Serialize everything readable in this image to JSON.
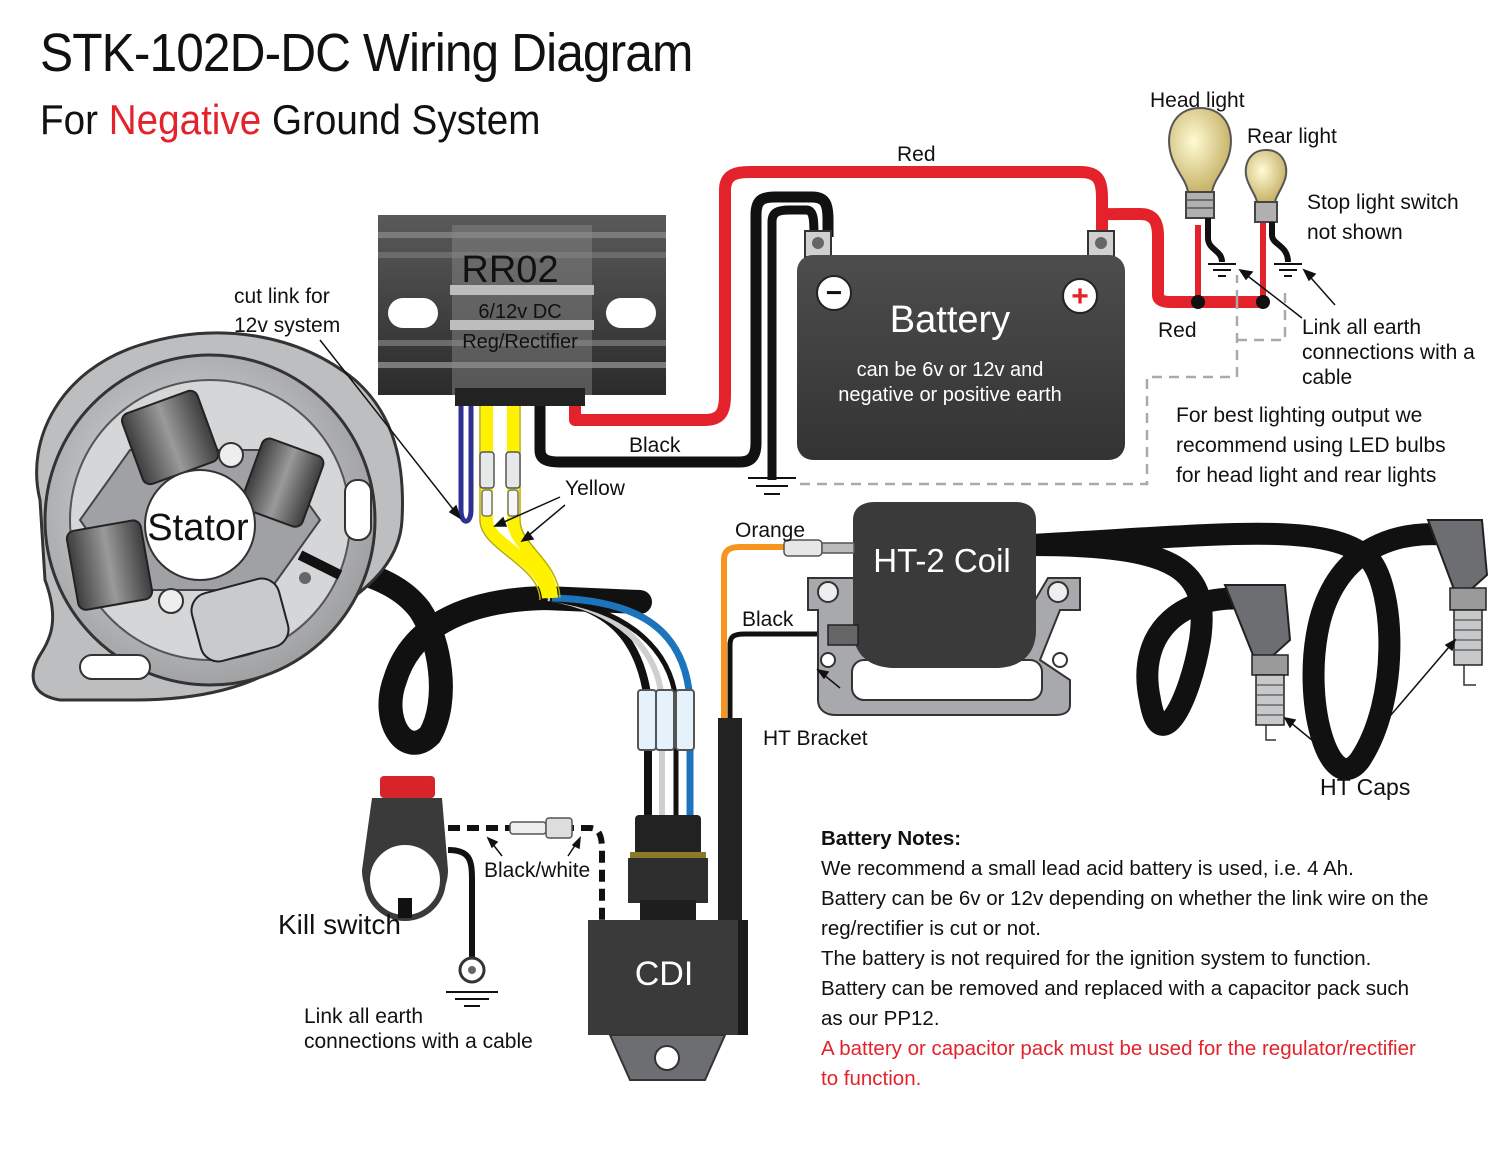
{
  "title": {
    "main": "STK-102D-DC Wiring Diagram",
    "sub_prefix": "For ",
    "sub_highlight": "Negative",
    "sub_suffix": " Ground System"
  },
  "components": {
    "regulator_model": "RR02",
    "regulator_line1": "6/12v DC",
    "regulator_line2": "Reg/Rectifier",
    "battery_title": "Battery",
    "battery_desc_1": "can be 6v or 12v and",
    "battery_desc_2": "negative or positive earth",
    "battery_negative": "−",
    "battery_positive": "+",
    "stator": "Stator",
    "coil": "HT-2 Coil",
    "cdi": "CDI"
  },
  "labels": {
    "cut_link_1": "cut link for",
    "cut_link_2": "12v system",
    "red_top": "Red",
    "red_right": "Red",
    "black_rr": "Black",
    "yellow": "Yellow",
    "orange": "Orange",
    "black_coil": "Black",
    "ht_bracket": "HT Bracket",
    "ht_caps": "HT Caps",
    "black_white": "Black/white",
    "kill_switch": "Kill switch",
    "earth_left_1": "Link all earth",
    "earth_left_2": "connections with a cable",
    "head_light": "Head light",
    "rear_light": "Rear light",
    "stop_switch_1": "Stop light switch",
    "stop_switch_2": "not shown",
    "earth_right_1": "Link all earth",
    "earth_right_2": "connections with a",
    "earth_right_3": "cable",
    "led_1": "For best lighting output we",
    "led_2": "recommend using LED bulbs",
    "led_3": "for head light and rear lights"
  },
  "notes": {
    "heading": "Battery Notes:",
    "line1": "We recommend a small lead acid battery is used, i.e. 4 Ah.",
    "line2": "Battery can be 6v or 12v depending on whether the link wire on the",
    "line3": "reg/rectifier is cut or not.",
    "line4": "The battery is not required for the ignition system to function.",
    "line5": "Battery can be removed and replaced with a capacitor pack such",
    "line6": "as our PP12.",
    "warn1": "A battery or capacitor pack must be used for the regulator/rectifier",
    "warn2": "to function."
  },
  "colors": {
    "red_wire": "#e3222b",
    "yellow_wire": "#fff200",
    "orange_wire": "#f7941d",
    "blue_wire": "#1c75bc",
    "dark_blue_wire": "#2e3192",
    "black_wire": "#111111",
    "component_dark": "#3a3a3a",
    "component_grey": "#a7a9ac"
  }
}
